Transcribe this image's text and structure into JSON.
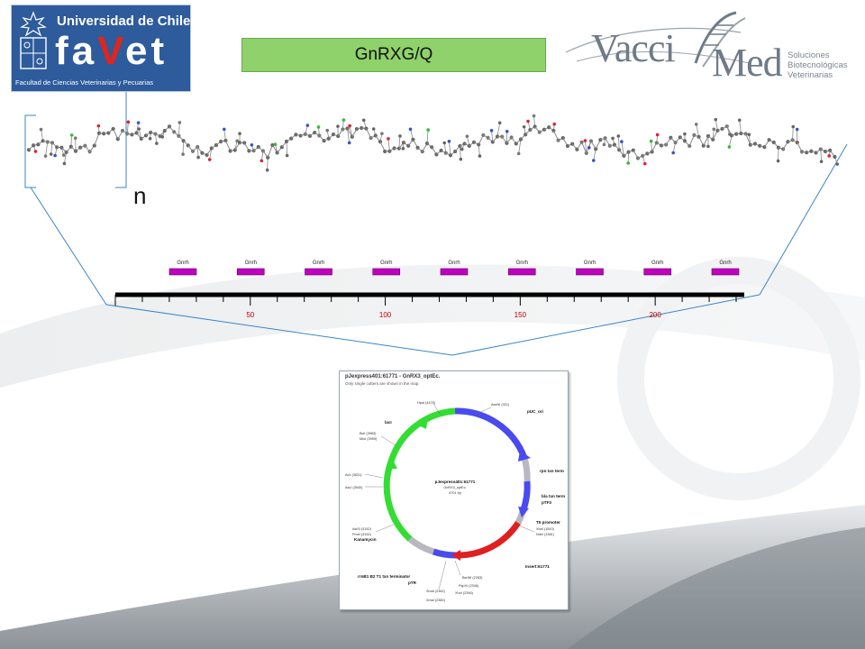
{
  "header": {
    "university": "Universidad de Chile",
    "logo_word_a": "fa",
    "logo_word_v": "V",
    "logo_word_b": "et",
    "faculty": "Facultad de Ciencias Veterinarias y Pecuarias",
    "title": "GnRXG/Q",
    "vaccimed_a": "Vacci",
    "vaccimed_b": "Med",
    "vaccimed_tag": [
      "Soluciones",
      "Biotecnológicas",
      "Veterinarias"
    ]
  },
  "molecule": {
    "repeat_label": "n"
  },
  "sequence_map": {
    "feature_label": "Gnrh",
    "feature_count": 9,
    "feature_color": "#c000c0",
    "axis_ticks": [
      "50",
      "100",
      "150",
      "200"
    ],
    "tick_values": [
      50,
      100,
      150,
      200
    ],
    "axis_max": 233
  },
  "plasmid": {
    "title": "pJexpress401:61771 - GnRX3_optEc.",
    "subtitle": "Only single cutters are shown in the map.",
    "center_name": "pJexpress401:61771",
    "center_insert": "GnRX3_optEc.",
    "center_size": "4701 bp",
    "features": [
      "pUC_ori",
      "rpn txn term",
      "bla txn term",
      "pTF3",
      "T5 promoter",
      "Insert:61771",
      "rrnB1 B2 T1 txn terminator",
      "pTR",
      "Kanamycin",
      "lacI"
    ],
    "sites": [
      "HpaI (4475)",
      "AseNI (321)",
      "BclI (3983)",
      "MluI (3959)",
      "AcII (3631)",
      "AscI (3540)",
      "XbaI (1543)",
      "NdeI (1561)",
      "AsiSI (3152)",
      "PmeI (3152)",
      "BsrWI (2283)",
      "PspXI (2346)",
      "XhoI (2346)",
      "SmaI (2362)",
      "XmaI (2380)"
    ],
    "colors": {
      "backbone": "#4a4af0",
      "kanamycin": "#33dd33",
      "insert": "#e02020",
      "gray": "#b8b8c0"
    }
  }
}
